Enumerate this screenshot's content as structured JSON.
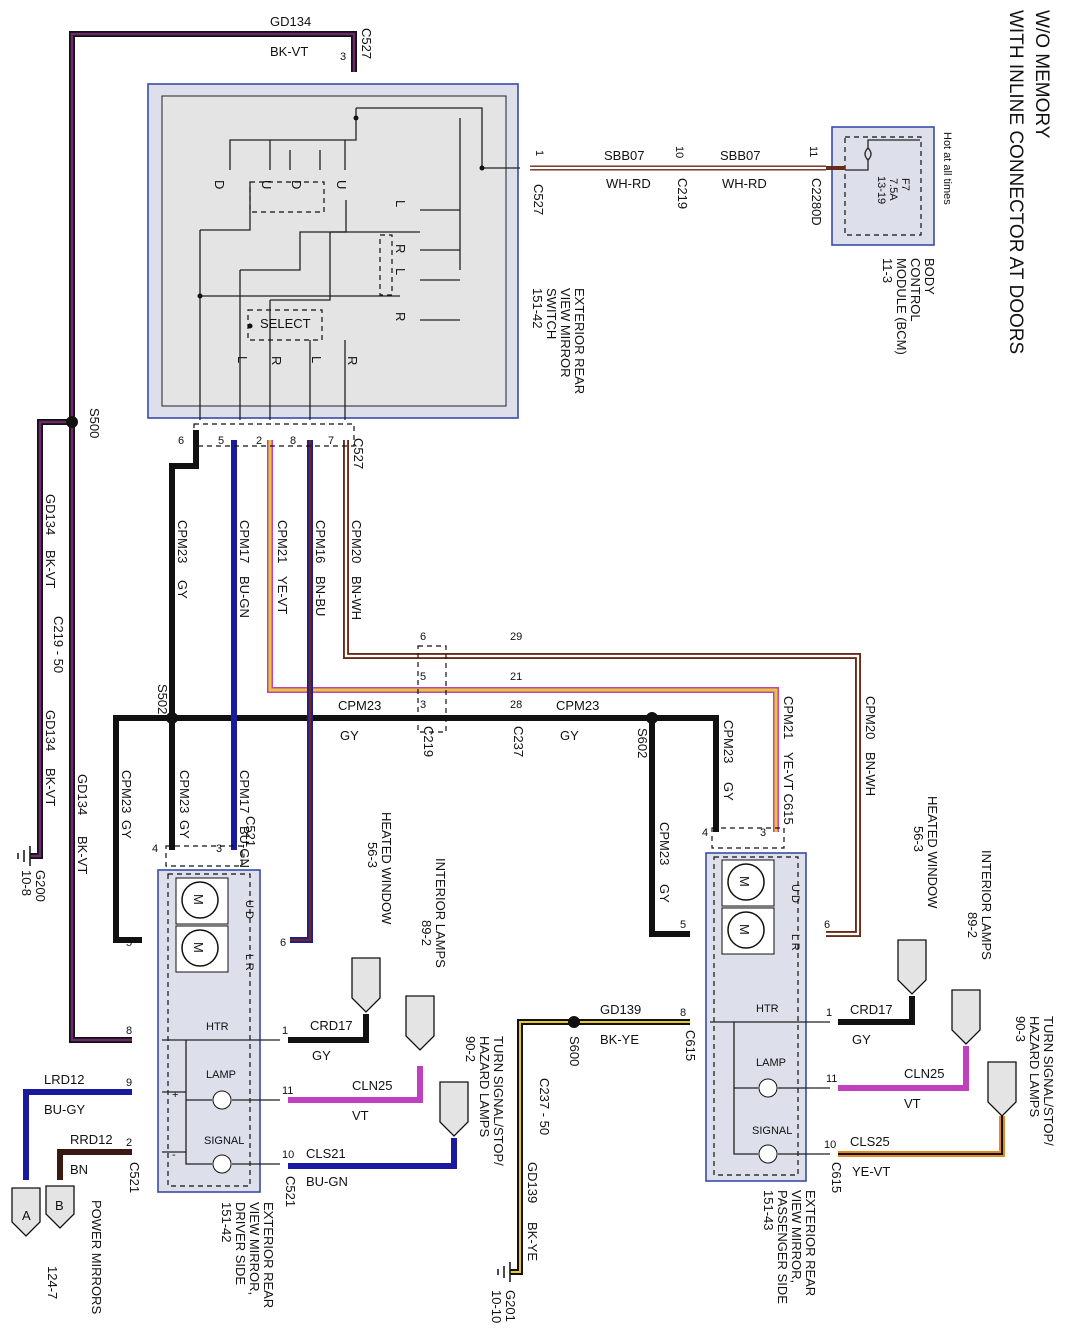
{
  "title": {
    "line1": "W/O MEMORY",
    "line2": "WITH INLINE CONNECTOR AT DOORS"
  },
  "colors": {
    "black_violet": "#6b2a6b",
    "violet": "#c040c0",
    "blue": "#1a1aa0",
    "yellow": "#e8c830",
    "brown": "#6a2a18",
    "orange": "#e08a20",
    "gray_wire": "#111111",
    "component_border": "#3a4aa8"
  },
  "bcm": {
    "hot": "Hot at all times",
    "fuse": "F7",
    "amps": "7.5A",
    "ref": "13-19",
    "name1": "BODY",
    "name2": "CONTROL",
    "name3": "MODULE (BCM)",
    "page": "11-3"
  },
  "switch": {
    "name1": "EXTERIOR REAR",
    "name2": "VIEW MIRROR",
    "name3": "SWITCH",
    "page": "151-42",
    "select": "SELECT",
    "d": "D",
    "u": "U",
    "l": "L",
    "r": "R"
  },
  "wires": {
    "gd134": "GD134",
    "bk_vt": "BK-VT",
    "sbb07": "SBB07",
    "wh_rd": "WH-RD",
    "cpm23": "CPM23",
    "gy": "GY",
    "cpm17": "CPM17",
    "bu_gn": "BU-GN",
    "cpm21": "CPM21",
    "ye_vt": "YE-VT",
    "cpm16": "CPM16",
    "bn_bu": "BN-BU",
    "cpm20": "CPM20",
    "bn_wh": "BN-WH",
    "crd17": "CRD17",
    "cln25": "CLN25",
    "vt": "VT",
    "cls21": "CLS21",
    "cls25": "CLS25",
    "lrd12": "LRD12",
    "bu_gy": "BU-GY",
    "rrd12": "RRD12",
    "bn": "BN",
    "gd139": "GD139",
    "bk_ye": "BK-YE"
  },
  "connectors": {
    "c527": "C527",
    "c219": "C219",
    "c2280d": "C2280D",
    "c237": "C237",
    "c521": "C521",
    "c615": "C615",
    "c219_50": "C219 - 50",
    "c237_50": "C237 - 50",
    "ye_vt_c615": "YE-VT C615"
  },
  "splices": {
    "s500": "S500",
    "s502": "S502",
    "s602": "S602",
    "s600": "S600"
  },
  "grounds": {
    "g200": "G200",
    "g200_page": "10-8",
    "g201": "G201",
    "g201_page": "10-10"
  },
  "pins": {
    "p1": "1",
    "p2": "2",
    "p3": "3",
    "p4": "4",
    "p5": "5",
    "p6": "6",
    "p7": "7",
    "p8": "8",
    "p9": "9",
    "p10": "10",
    "p11": "11",
    "p21": "21",
    "p28": "28",
    "p29": "29"
  },
  "mirror_driver": {
    "name1": "EXTERIOR REAR",
    "name2": "VIEW MIRROR,",
    "name3": "DRIVER SIDE",
    "page": "151-42"
  },
  "mirror_pass": {
    "name1": "EXTERIOR REAR",
    "name2": "VIEW MIRROR,",
    "name3": "PASSENGER SIDE",
    "page": "151-43"
  },
  "inside": {
    "m": "M",
    "ud": "U D",
    "lr": "L R",
    "plus": "+",
    "minus": "-",
    "htr": "HTR",
    "lamp": "LAMP",
    "signal": "SIGNAL"
  },
  "refs": {
    "heated1": "HEATED WINDOW",
    "heated_page": "56-3",
    "interior1": "INTERIOR LAMPS",
    "interior_page": "89-2",
    "turn1": "TURN SIGNAL/STOP/",
    "turn2": "HAZARD LAMPS",
    "turn_page_d": "90-2",
    "turn_page_p": "90-3",
    "power1": "POWER MIRRORS",
    "power_page": "124-7",
    "a": "A",
    "b": "B"
  }
}
